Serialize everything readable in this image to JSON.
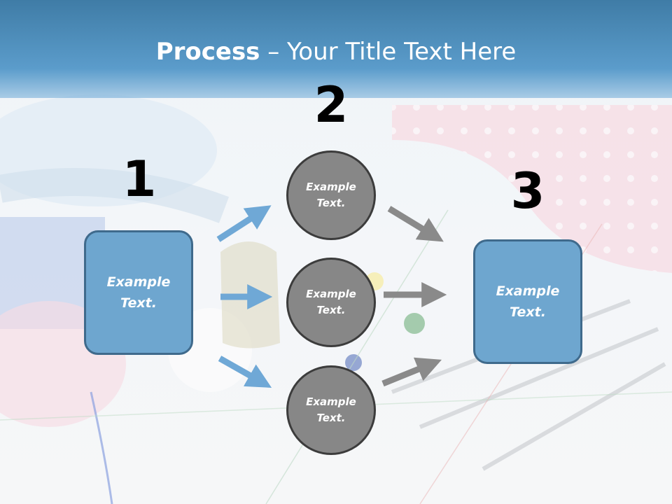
{
  "title": {
    "bold": "Process",
    "rest": " – Your Title Text Here"
  },
  "steps": {
    "n1": "1",
    "n2": "2",
    "n3": "3",
    "left_box": "Example Text.",
    "right_box": "Example Text.",
    "circle_top": "Example Text.",
    "circle_mid": "Example Text.",
    "circle_bot": "Example Text."
  },
  "colors": {
    "box_fill": "#6ea6cf",
    "box_border": "#3f6a8c",
    "circle_fill": "#878787",
    "arrow_blue": "#6fa8d6",
    "arrow_gray": "#8a8a8a"
  }
}
